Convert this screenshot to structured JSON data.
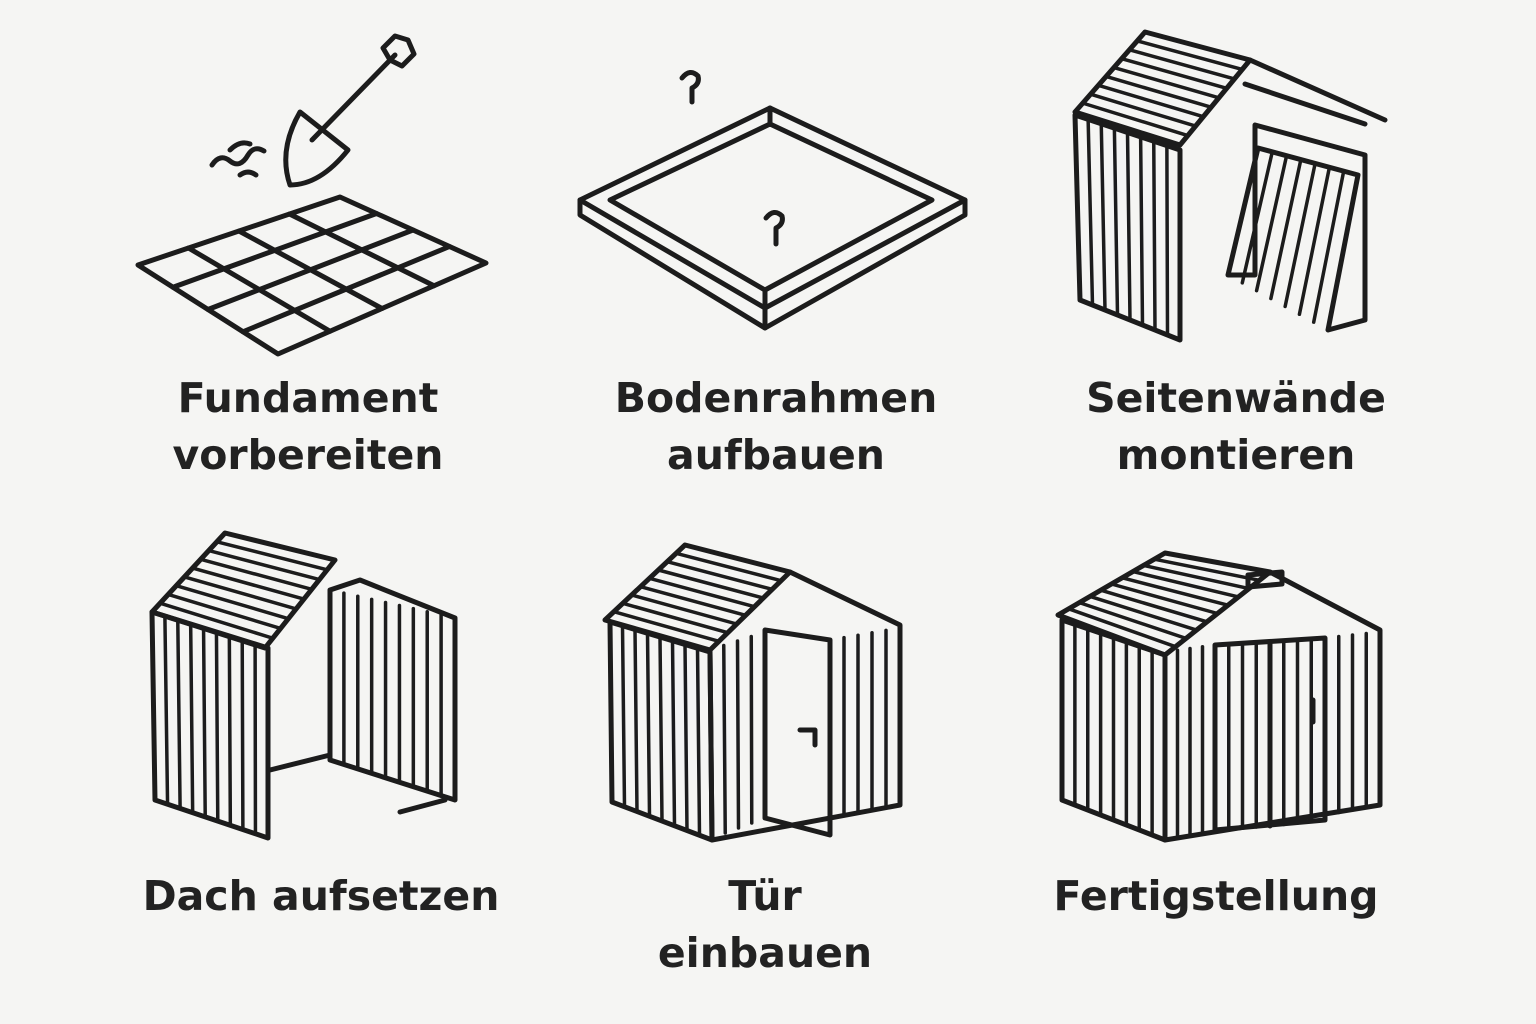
{
  "steps": [
    {
      "line1": "Fundament",
      "line2": "vorbereiten",
      "icon": "foundation-grid-shovel"
    },
    {
      "line1": "Bodenrahmen",
      "line2": "aufbauen",
      "icon": "floor-frame"
    },
    {
      "line1": "Seitenwände",
      "line2": "montieren",
      "icon": "side-walls"
    },
    {
      "line1": "Dach aufsetzen",
      "line2": "",
      "icon": "roof"
    },
    {
      "line1": "Tür",
      "line2": "einbauen",
      "icon": "shed-open-door"
    },
    {
      "line1": "Fertigstellung",
      "line2": "",
      "icon": "finished-shed"
    }
  ],
  "colors": {
    "background": "#f5f5f3",
    "ink": "#1c1c1c"
  }
}
